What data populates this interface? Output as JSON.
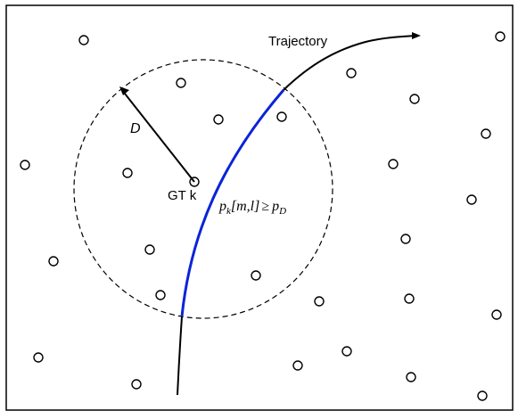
{
  "diagram": {
    "labels": {
      "trajectory": "Trajectory",
      "radius": "D",
      "gt": "GT k",
      "condition": {
        "p": "p",
        "k": "k",
        "args": "[m,l]",
        "geq": "≥",
        "p_d": "p",
        "d_sub": "D"
      }
    },
    "colors": {
      "stroke": "#000000",
      "highlight": "#0a24d8",
      "background": "#ffffff"
    }
  }
}
